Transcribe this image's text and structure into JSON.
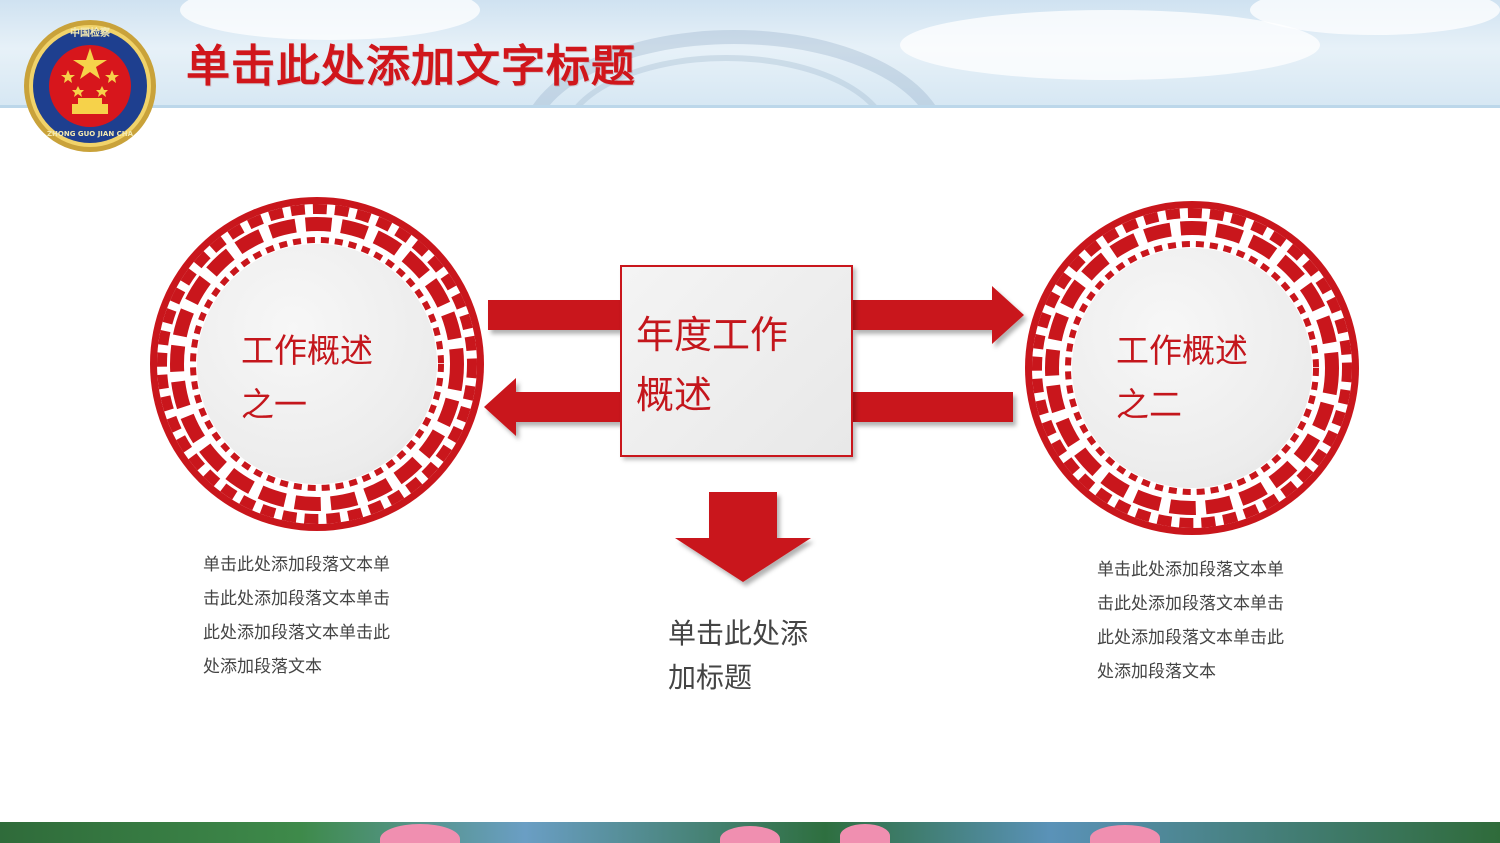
{
  "header": {
    "title": "单击此处添加文字标题"
  },
  "emblem": {
    "top_text": "中国检察",
    "ring_text": "ZHONG GUO JIAN CHA"
  },
  "left_medal": {
    "text": "工作概述\n之一",
    "paragraph": "单击此处添加段落文本单\n击此处添加段落文本单击\n此处添加段落文本单击此\n处添加段落文本"
  },
  "right_medal": {
    "text": "工作概述\n之二",
    "paragraph": "单击此处添加段落文本单\n击此处添加段落文本单击\n此处添加段落文本单击此\n处添加段落文本"
  },
  "center": {
    "box_text": "年度工作\n概述",
    "subtitle": "单击此处添\n加标题"
  },
  "colors": {
    "accent": "#c9161c",
    "text_gray": "#444444",
    "header_sky": "#d6e7f3"
  }
}
